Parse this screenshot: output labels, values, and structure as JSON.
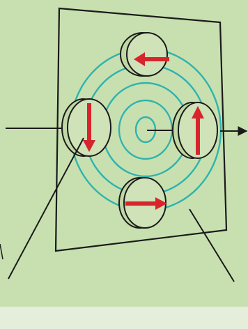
{
  "colors": {
    "background": "#c8e0b0",
    "bottom_strip": "#e4eedb",
    "field_lines": "#2fb3ad",
    "arrow": "#d8242c",
    "outline": "#1a1a1a",
    "coin_face": "#cfe2b8"
  },
  "icons": {
    "magnet_top": "arrow-left",
    "magnet_left": "arrow-down",
    "magnet_right": "arrow-up",
    "magnet_bottom": "arrow-right"
  },
  "field_rings": 5
}
